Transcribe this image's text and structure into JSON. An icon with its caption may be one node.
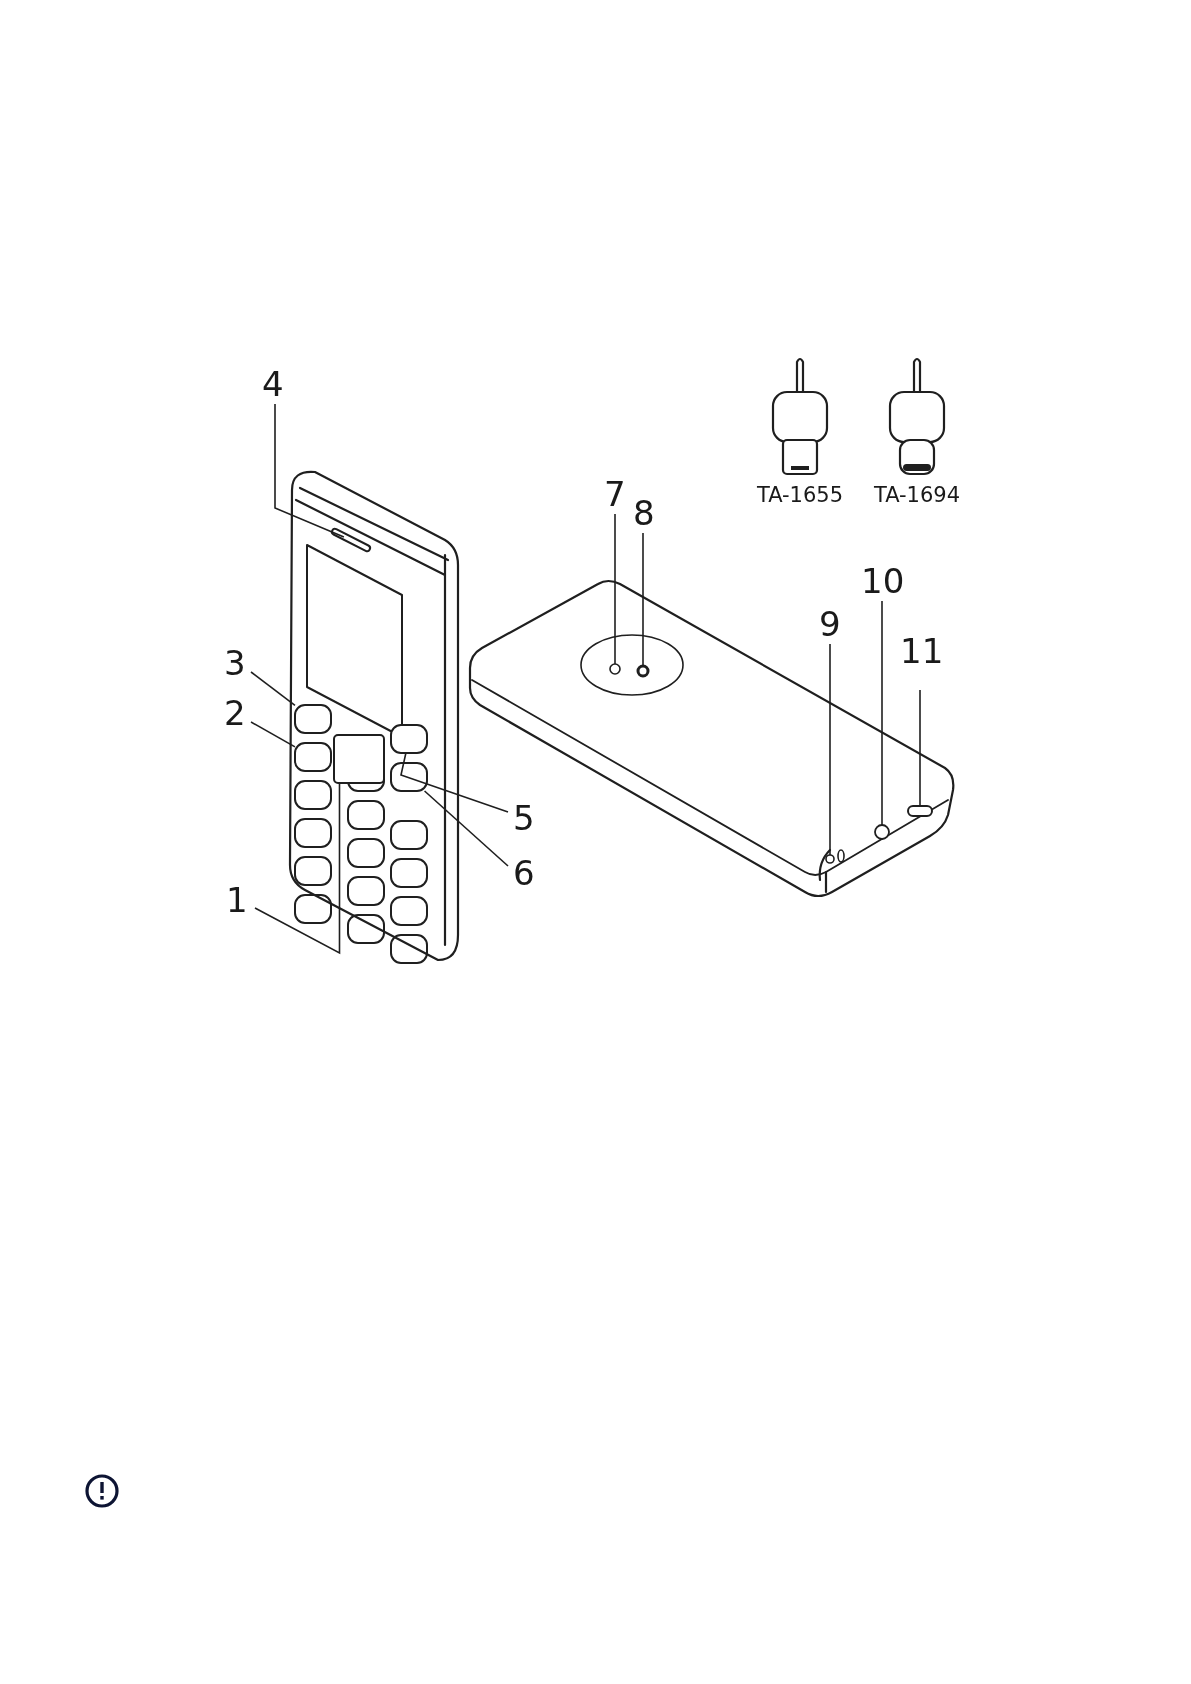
{
  "diagram": {
    "nodes": [
      {
        "text": [
          "1"
        ]
      },
      {
        "text": [
          "2"
        ]
      },
      {
        "text": [
          "3"
        ]
      },
      {
        "text": [
          "4"
        ]
      },
      {
        "text": [
          "5"
        ]
      },
      {
        "text": [
          "6"
        ]
      },
      {
        "text": [
          "7"
        ]
      },
      {
        "text": [
          "8"
        ]
      },
      {
        "text": [
          "9"
        ]
      },
      {
        "text": [
          "10"
        ]
      },
      {
        "text": [
          "11"
        ]
      },
      {
        "text": [],
        "shape": "box"
      },
      {
        "text": [],
        "shape": "box"
      },
      {
        "text": [],
        "shape": "box"
      },
      {
        "text": [],
        "shape": "bar"
      },
      {
        "text": [],
        "shape": "box"
      },
      {
        "text": [],
        "shape": "box"
      },
      {
        "text": [],
        "shape": "circle"
      },
      {
        "text": [],
        "shape": "circle"
      },
      {
        "text": [],
        "shape": "circle"
      },
      {
        "text": [],
        "shape": "circle"
      },
      {
        "text": [],
        "shape": "bar"
      }
    ],
    "edges": [
      {
        "from": 0,
        "to": 11,
        "arrow": "none"
      },
      {
        "from": 1,
        "to": 12,
        "arrow": "none"
      },
      {
        "from": 2,
        "to": 13,
        "arrow": "none"
      },
      {
        "from": 3,
        "to": 14,
        "arrow": "none"
      },
      {
        "from": 4,
        "to": 15,
        "arrow": "none"
      },
      {
        "from": 5,
        "to": 16,
        "arrow": "none"
      },
      {
        "from": 6,
        "to": 17,
        "arrow": "none"
      },
      {
        "from": 7,
        "to": 18,
        "arrow": "none"
      },
      {
        "from": 8,
        "to": 19,
        "arrow": "none"
      },
      {
        "from": 9,
        "to": 20,
        "arrow": "none"
      },
      {
        "from": 10,
        "to": 21,
        "arrow": "none"
      }
    ],
    "labels": [
      "TA-1655",
      "TA-1694"
    ]
  }
}
